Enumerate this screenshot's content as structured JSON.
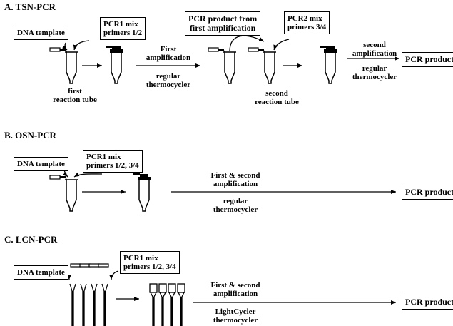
{
  "sections": {
    "a": {
      "heading": "A. TSN-PCR",
      "dna_template": "DNA template",
      "pcr1_mix_line1": "PCR1 mix",
      "pcr1_mix_line2": "primers 1/2",
      "product_from_line1": "PCR product from",
      "product_from_line2": "first amplification",
      "pcr2_mix_line1": "PCR2 mix",
      "pcr2_mix_line2": "primers 3/4",
      "first_amp_line1": "First",
      "first_amp_line2": "amplification",
      "regular_line1": "regular",
      "regular_line2": "thermocycler",
      "first_tube_line1": "first",
      "first_tube_line2": "reaction tube",
      "second_tube_line1": "second",
      "second_tube_line2": "reaction tube",
      "second_amp_line1": "second",
      "second_amp_line2": "amplification",
      "regular2_line1": "regular",
      "regular2_line2": "thermocycler",
      "pcr_product": "PCR product"
    },
    "b": {
      "heading": "B. OSN-PCR",
      "dna_template": "DNA template",
      "pcr1_mix_line1": "PCR1 mix",
      "pcr1_mix_line2": "primers 1/2, 3/4",
      "amp_line1": "First & second",
      "amp_line2": "amplification",
      "regular_line1": "regular",
      "regular_line2": "thermocycler",
      "pcr_product": "PCR product"
    },
    "c": {
      "heading": "C. LCN-PCR",
      "dna_template": "DNA template",
      "pcr1_mix_line1": "PCR1 mix",
      "pcr1_mix_line2": "primers 1/2, 3/4",
      "amp_line1": "First & second",
      "amp_line2": "amplification",
      "cycler_line1": "LightCycler",
      "cycler_line2": "thermocycler",
      "pcr_product": "PCR product"
    }
  }
}
